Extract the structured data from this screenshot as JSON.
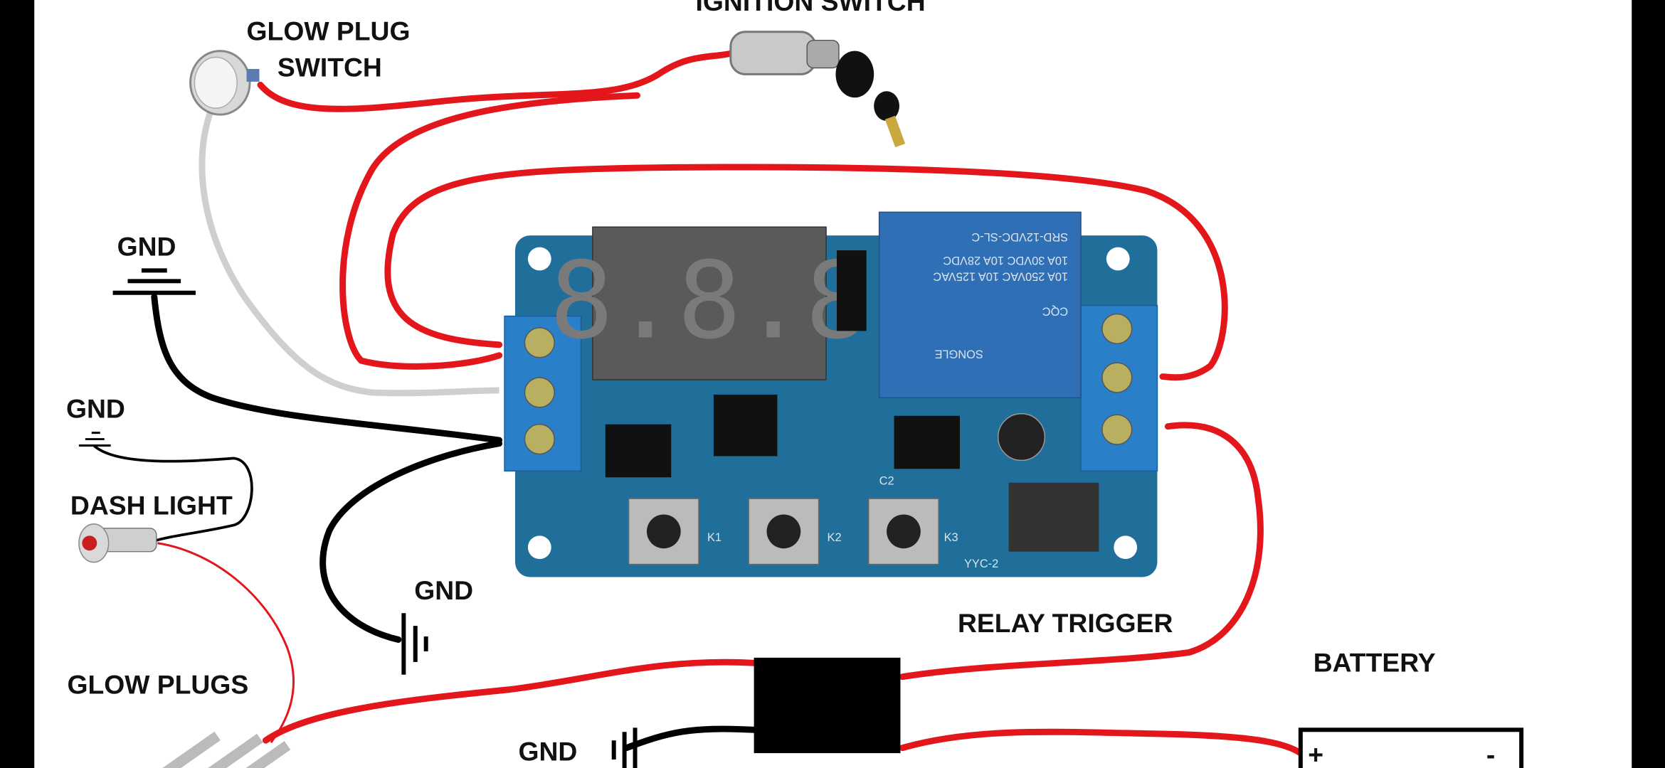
{
  "labels": {
    "ignition_switch": "IGNITION SWITCH",
    "glow_plug_switch_1": "GLOW PLUG",
    "glow_plug_switch_2": "SWITCH",
    "gnd_top": "GND",
    "gnd_dash": "GND",
    "dash_light": "DASH LIGHT",
    "glow_plugs": "GLOW PLUGS",
    "gnd_board": "GND",
    "relay_trigger": "RELAY TRIGGER",
    "battery": "BATTERY",
    "gnd_relay": "GND",
    "battery_plus": "+",
    "battery_minus": "-"
  },
  "board": {
    "display": "8.8.8",
    "relay_model": "SRD-12VDC-SL-C",
    "relay_rating_1": "10A 30VDC 10A 28VDC",
    "relay_rating_2": "10A 250VAC 10A 125VAC",
    "relay_brand": "SONGLE",
    "relay_cert": "CQC",
    "buttons": [
      "K1",
      "K2",
      "K3"
    ],
    "capacitor_label": "C2",
    "board_id": "YYC-2"
  },
  "colors": {
    "wire_positive": "#e3161b",
    "wire_ground": "#000000",
    "wire_switch": "#cfcfcf",
    "pcb": "#1f6f9a",
    "terminal": "#2a7fc9",
    "relay": "#2f6fb5"
  }
}
